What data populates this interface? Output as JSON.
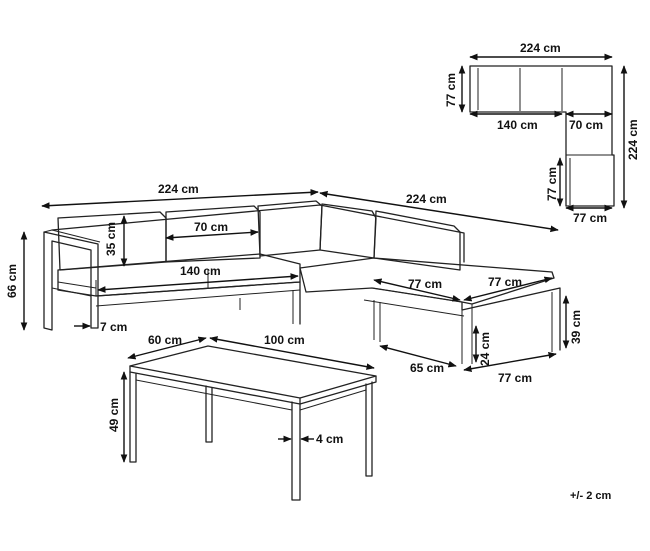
{
  "colors": {
    "line": "#222222",
    "background": "#ffffff"
  },
  "plan": {
    "top_width": "224 cm",
    "left_depth": "77 cm",
    "sofa_length": "140 cm",
    "chaise_part": "70 cm",
    "overall_depth": "224 cm",
    "chaise_length": "77 cm",
    "chaise_width": "77 cm"
  },
  "sofa": {
    "width_back": "224 cm",
    "width_side": "224 cm",
    "back_height": "35 cm",
    "cushion_width": "70 cm",
    "seat_length": "140 cm",
    "total_height": "66 cm",
    "arm_width": "7 cm",
    "chaise_depth_a": "77 cm",
    "chaise_depth_b": "77 cm",
    "chaise_length": "77 cm",
    "seat_height": "39 cm",
    "leg_height": "24 cm",
    "chaise_width": "65 cm"
  },
  "table": {
    "depth": "60 cm",
    "length": "100 cm",
    "height": "49 cm",
    "leg": "4 cm"
  },
  "tolerance": "+/- 2 cm"
}
